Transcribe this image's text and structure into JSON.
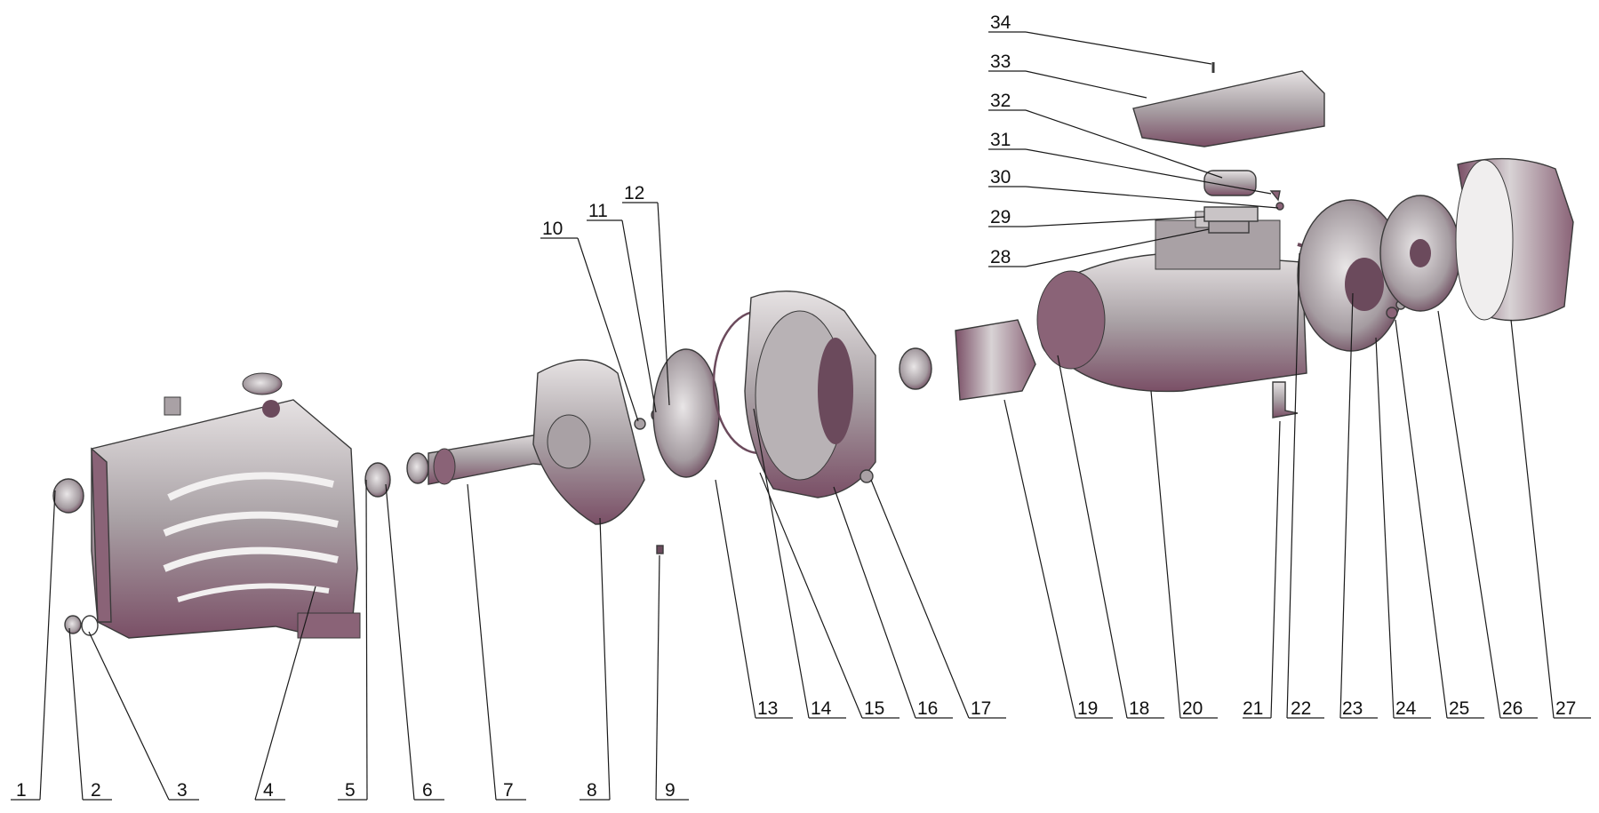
{
  "diagram": {
    "part_numbers": [
      "1",
      "2",
      "3",
      "4",
      "5",
      "6",
      "7",
      "8",
      "9",
      "10",
      "11",
      "12",
      "13",
      "14",
      "15",
      "16",
      "17",
      "18",
      "19",
      "20",
      "21",
      "22",
      "23",
      "24",
      "25",
      "26",
      "27",
      "28",
      "29",
      "30",
      "31",
      "32",
      "33",
      "34"
    ],
    "colors": {
      "metal_light": "#d9d6d6",
      "metal_mid": "#a8a2a4",
      "metal_dark": "#6b4a5c",
      "shade": "#8a5a74",
      "line": "#1a1a1a"
    }
  }
}
